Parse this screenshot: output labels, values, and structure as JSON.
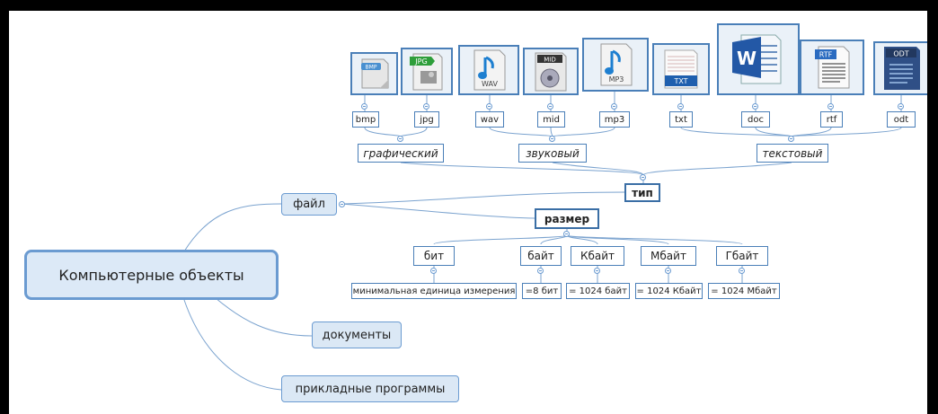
{
  "root": "Компьютерные объекты",
  "branches": {
    "file": "файл",
    "documents": "документы",
    "apps": "прикладные программы"
  },
  "type_node": "тип",
  "size_node": "размер",
  "categories": {
    "graphic": "графический",
    "sound": "звуковый",
    "text": "текстовый"
  },
  "formats": [
    "bmp",
    "jpg",
    "wav",
    "mid",
    "mp3",
    "txt",
    "doc",
    "rtf",
    "odt"
  ],
  "icon_labels": [
    "BMP",
    "JPG",
    "WAV",
    "MID",
    "MP3",
    "TXT",
    "W",
    "RTF",
    "ODT"
  ],
  "units": [
    "бит",
    "байт",
    "Кбайт",
    "Мбайт",
    "Гбайт"
  ],
  "unit_values": [
    "минимальная единица измерения",
    "=8 бит",
    "= 1024 байт",
    "= 1024 Кбайт",
    "= 1024 Мбайт"
  ]
}
